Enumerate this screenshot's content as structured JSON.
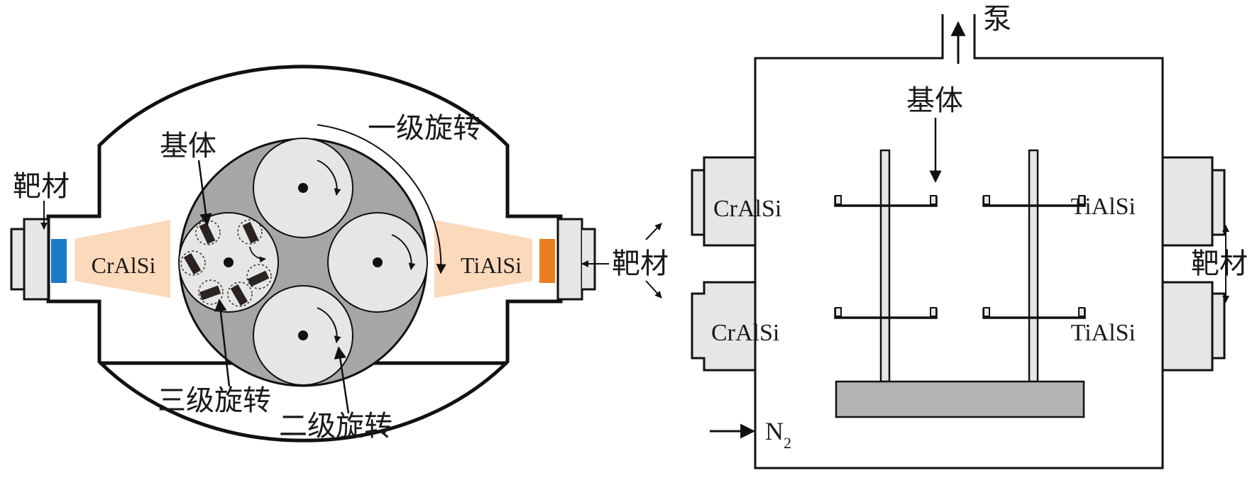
{
  "left_diagram": {
    "label_target": "靶材",
    "label_substrate": "基体",
    "label_rotation_1": "一级旋转",
    "label_rotation_2": "二级旋转",
    "label_rotation_3": "三级旋转",
    "target_left_material": "CrAlSi",
    "target_right_material": "TiAlSi",
    "colors": {
      "left_target": "#1a7bc4",
      "right_target": "#e87e1f",
      "plasma": "#fbd9bb",
      "turntable": "#a6a6a6",
      "planet": "#e6e6e6"
    }
  },
  "right_diagram": {
    "label_pump": "泵",
    "label_substrate": "基体",
    "label_target": "靶材",
    "gas_symbol": "N",
    "gas_subscript": "2",
    "left_targets": [
      "CrAlSi",
      "CrAlSi"
    ],
    "right_targets": [
      "TiAlSi",
      "TiAlSi"
    ],
    "colors": {
      "target_block": "#e6e6e6",
      "base_plate": "#b3b3b3"
    }
  }
}
